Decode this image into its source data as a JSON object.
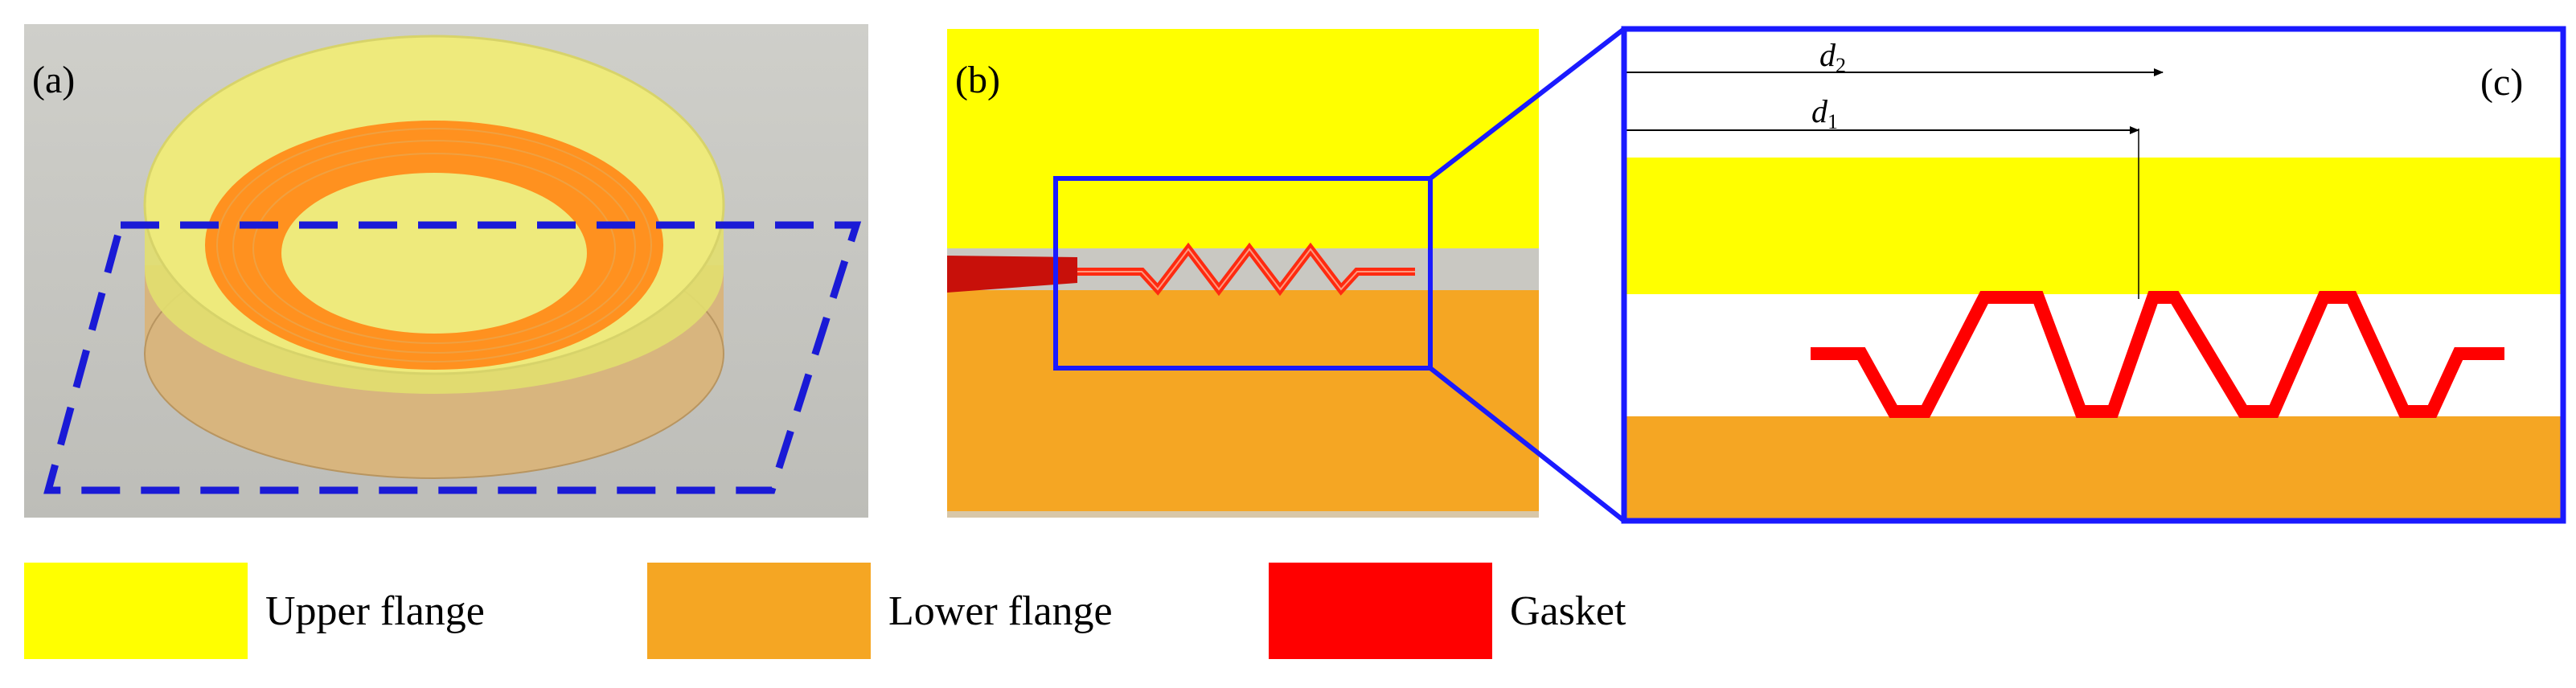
{
  "panels": {
    "a": {
      "label": "(a)"
    },
    "b": {
      "label": "(b)"
    },
    "c": {
      "label": "(c)",
      "d2_base": "d",
      "d2_sub": "2",
      "d1_base": "d",
      "d1_sub": "1"
    }
  },
  "legend": [
    {
      "label": "Upper flange",
      "color": "#ffff00"
    },
    {
      "label": "Lower flange",
      "color": "#f5a623"
    },
    {
      "label": "Gasket",
      "color": "#ff0000"
    }
  ],
  "colors": {
    "upper_flange": "#ffff00",
    "lower_flange": "#f5a623",
    "gasket": "#ff0000",
    "frame": "#1a1aff",
    "section_dash": "#1a1ad6",
    "ring": "#ff8c1a",
    "gray_background": "#c8c8c3"
  }
}
